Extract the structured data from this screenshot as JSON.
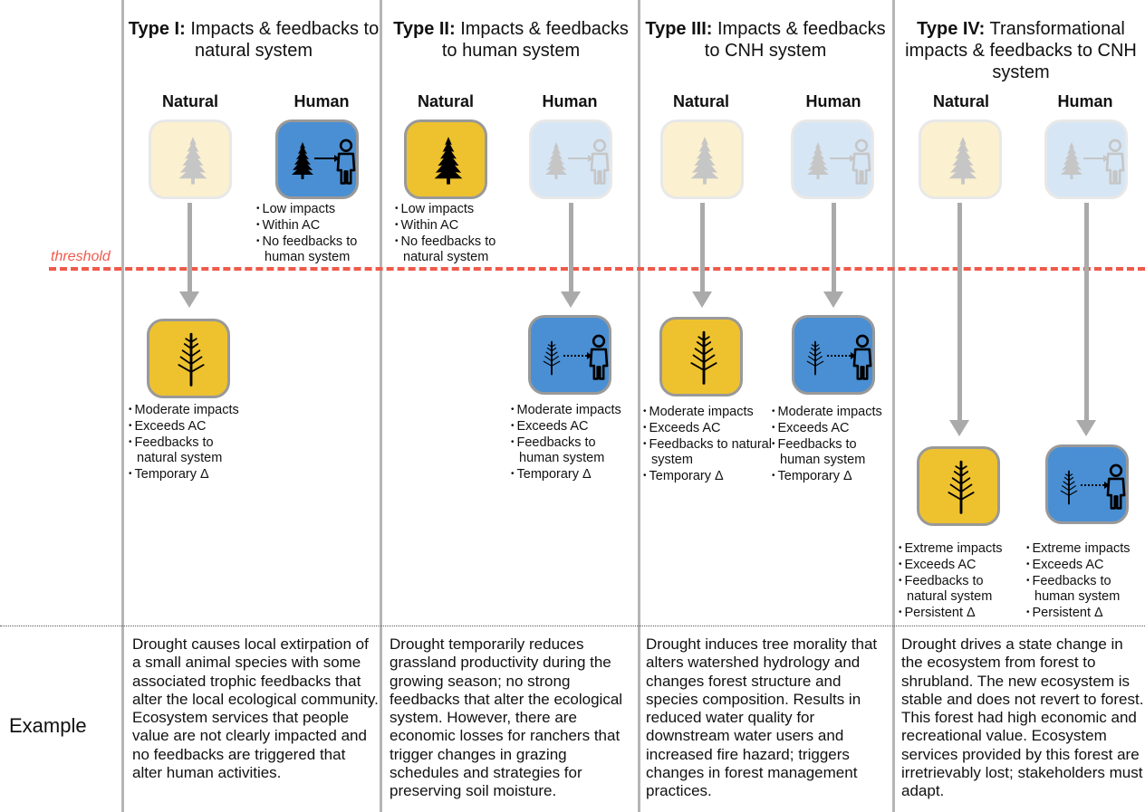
{
  "threshold_label": "threshold",
  "row_label": "Example",
  "types": [
    {
      "title_bold": "Type I:",
      "title_rest": " Impacts & feedbacks to natural system",
      "natural_label": "Natural",
      "human_label": "Human",
      "human_bullets": [
        "Low impacts",
        "Within AC",
        "No feedbacks to human system"
      ],
      "natural_bullets": [
        "Moderate impacts",
        "Exceeds AC",
        "Feedbacks to natural system",
        "Temporary Δ"
      ],
      "example": "Drought causes local extirpation of a small animal species with some associated trophic feedbacks that alter the local ecological community. Ecosystem services that people value are not clearly impacted and no feedbacks are triggered that alter human activities."
    },
    {
      "title_bold": "Type II:",
      "title_rest": " Impacts & feedbacks to human system",
      "natural_label": "Natural",
      "human_label": "Human",
      "natural_bullets": [
        "Low impacts",
        "Within AC",
        "No feedbacks to natural system"
      ],
      "human_bullets": [
        "Moderate impacts",
        "Exceeds AC",
        "Feedbacks to human system",
        "Temporary Δ"
      ],
      "example": "Drought temporarily reduces grassland productivity during the growing season; no strong feedbacks that alter the ecological system. However, there are economic losses for ranchers that trigger changes in grazing schedules and strategies for preserving soil moisture."
    },
    {
      "title_bold": "Type III:",
      "title_rest": " Impacts & feedbacks to CNH system",
      "natural_label": "Natural",
      "human_label": "Human",
      "natural_bullets": [
        "Moderate impacts",
        "Exceeds AC",
        "Feedbacks to natural system",
        "Temporary Δ"
      ],
      "human_bullets": [
        "Moderate impacts",
        "Exceeds AC",
        "Feedbacks to human system",
        "Temporary Δ"
      ],
      "example": "Drought induces tree morality that alters watershed hydrology and changes forest structure and species composition. Results in reduced water quality for downstream water users and increased fire hazard; triggers changes in forest management practices."
    },
    {
      "title_bold": "Type IV:",
      "title_rest": " Transformational impacts & feedbacks to CNH system",
      "natural_label": "Natural",
      "human_label": "Human",
      "natural_bullets": [
        "Extreme impacts",
        "Exceeds AC",
        "Feedbacks to natural system",
        "Persistent Δ"
      ],
      "human_bullets": [
        "Extreme impacts",
        "Exceeds AC",
        "Feedbacks to human system",
        "Persistent Δ"
      ],
      "example": "Drought drives a state change in the ecosystem from forest to shrubland. The new ecosystem is stable and does not revert to forest.  This forest had high economic and recreational value. Ecosystem services provided by this forest are irretrievably lost; stakeholders must adapt."
    }
  ]
}
